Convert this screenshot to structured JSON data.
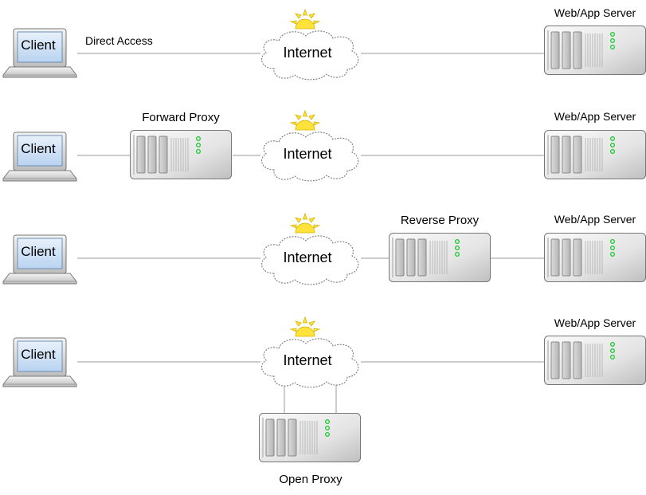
{
  "rows": [
    {
      "client_label": "Client",
      "annotation": "Direct Access",
      "internet_label": "Internet",
      "server_label": "Web/App Server"
    },
    {
      "client_label": "Client",
      "proxy_label": "Forward Proxy",
      "internet_label": "Internet",
      "server_label": "Web/App Server"
    },
    {
      "client_label": "Client",
      "internet_label": "Internet",
      "proxy_label": "Reverse Proxy",
      "server_label": "Web/App Server"
    },
    {
      "client_label": "Client",
      "internet_label": "Internet",
      "server_label": "Web/App Server",
      "proxy_label": "Open Proxy"
    }
  ],
  "colors": {
    "line": "#9a9a9a",
    "screen": "#cfe2f7",
    "server_body": "#e9e9e9",
    "led": "#27c23a",
    "sun": "#ffe23a",
    "cloud_stroke": "#7a7a7a"
  }
}
